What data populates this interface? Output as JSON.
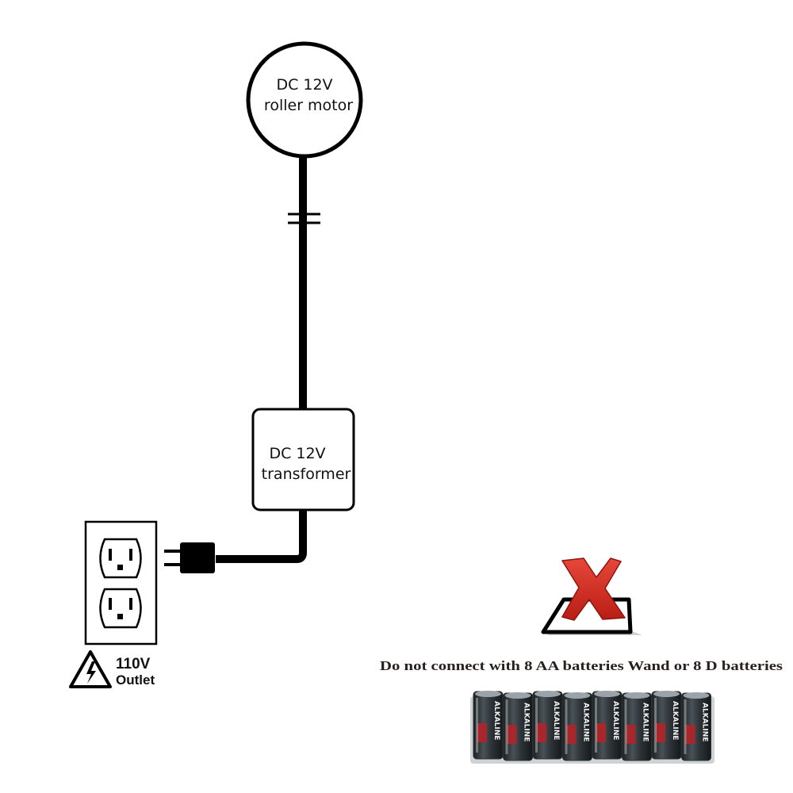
{
  "motor": {
    "line1": "DC 12V",
    "line2": "roller motor"
  },
  "transformer": {
    "line1": "DC 12V",
    "line2": "transformer"
  },
  "outlet": {
    "voltage": "110V",
    "label": "Outlet"
  },
  "warning": {
    "text": "Do not connect with  8 AA batteries Wand or 8 D batteries",
    "battery_label": "ALKALINE",
    "battery_count": 8
  },
  "colors": {
    "line": "#000000",
    "x_mark": "#d42a1e",
    "battery_body": "#2b3033",
    "battery_stripe": "#a8272c"
  }
}
